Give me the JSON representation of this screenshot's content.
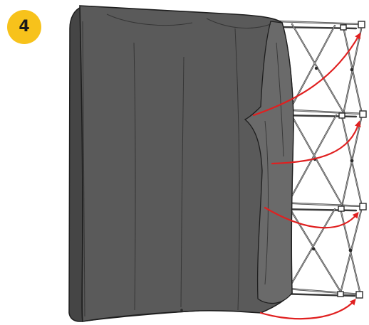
{
  "step": {
    "number": "4",
    "badge_color": "#f7c21b"
  },
  "colors": {
    "fabric": "#5a5a5a",
    "fabric_shadow": "#454545",
    "fabric_highlight": "#6e6e6e",
    "outline": "#1e1e1e",
    "frame": "#8a8a8a",
    "frame_dark": "#3a3a3a",
    "arrow": "#e02020"
  },
  "icons": {
    "arrows": "curved-arrow-icon",
    "frame": "popup-frame",
    "fabric": "fabric-graphic"
  }
}
